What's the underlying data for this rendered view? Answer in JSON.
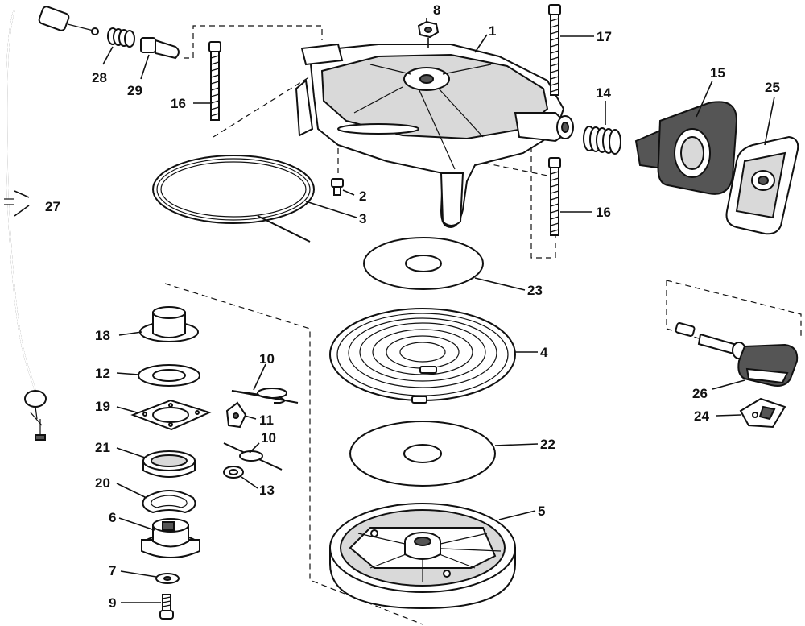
{
  "colors": {
    "ink": "#111111",
    "paper": "#ffffff",
    "shade": "#d9d9d9",
    "dark": "#555555"
  },
  "callouts": [
    {
      "id": "c1",
      "text": "1"
    },
    {
      "id": "c2",
      "text": "2"
    },
    {
      "id": "c3",
      "text": "3"
    },
    {
      "id": "c4",
      "text": "4"
    },
    {
      "id": "c5",
      "text": "5"
    },
    {
      "id": "c6",
      "text": "6"
    },
    {
      "id": "c7",
      "text": "7"
    },
    {
      "id": "c8",
      "text": "8"
    },
    {
      "id": "c9",
      "text": "9"
    },
    {
      "id": "c10a",
      "text": "10"
    },
    {
      "id": "c10b",
      "text": "10"
    },
    {
      "id": "c11",
      "text": "11"
    },
    {
      "id": "c12",
      "text": "12"
    },
    {
      "id": "c13",
      "text": "13"
    },
    {
      "id": "c14",
      "text": "14"
    },
    {
      "id": "c15",
      "text": "15"
    },
    {
      "id": "c16a",
      "text": "16"
    },
    {
      "id": "c16b",
      "text": "16"
    },
    {
      "id": "c17",
      "text": "17"
    },
    {
      "id": "c18",
      "text": "18"
    },
    {
      "id": "c19",
      "text": "19"
    },
    {
      "id": "c20",
      "text": "20"
    },
    {
      "id": "c21",
      "text": "21"
    },
    {
      "id": "c22",
      "text": "22"
    },
    {
      "id": "c23",
      "text": "23"
    },
    {
      "id": "c24",
      "text": "24"
    },
    {
      "id": "c25",
      "text": "25"
    },
    {
      "id": "c26",
      "text": "26"
    },
    {
      "id": "c27",
      "text": "27"
    },
    {
      "id": "c28",
      "text": "28"
    },
    {
      "id": "c29",
      "text": "29"
    }
  ]
}
